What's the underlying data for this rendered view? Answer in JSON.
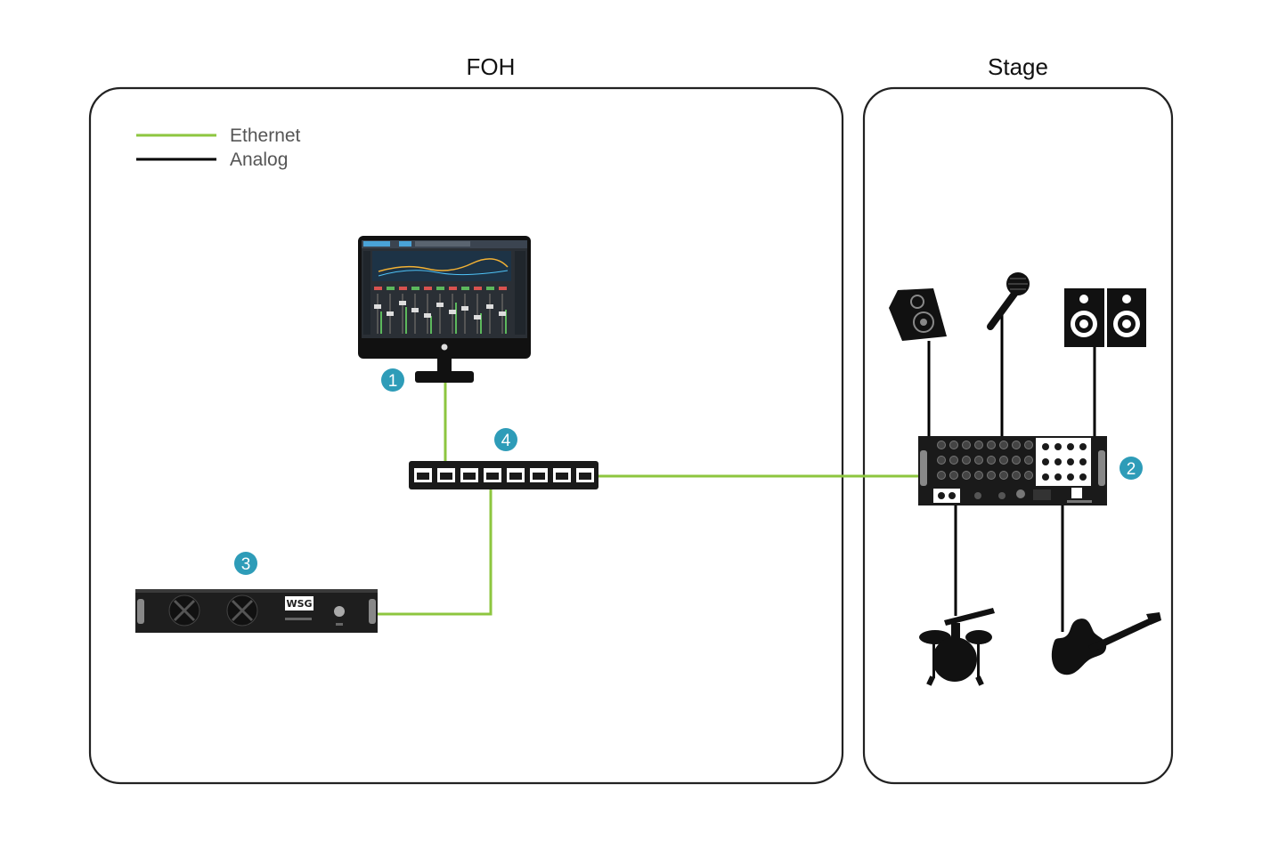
{
  "zones": {
    "foh": {
      "title": "FOH"
    },
    "stage": {
      "title": "Stage"
    }
  },
  "legend": {
    "ethernet_label": "Ethernet",
    "analog_label": "Analog"
  },
  "badges": {
    "computer": "1",
    "stage_box": "2",
    "server": "3",
    "switch": "4"
  },
  "server_panel": {
    "logo_text": "WSG"
  },
  "colors": {
    "ethernet": "#8DC63F",
    "analog": "#000000",
    "badge": "#2E9CB8",
    "zone_border": "#222222",
    "legend_text": "#555555"
  },
  "icons": {
    "computer": "monitor-icon",
    "switch": "network-switch-icon",
    "server": "rack-server-icon",
    "stage_box": "stage-box-icon",
    "wedge_monitor": "wedge-monitor-icon",
    "microphone": "microphone-icon",
    "speakers": "studio-speakers-icon",
    "drums": "drum-kit-icon",
    "guitar": "electric-guitar-icon"
  }
}
